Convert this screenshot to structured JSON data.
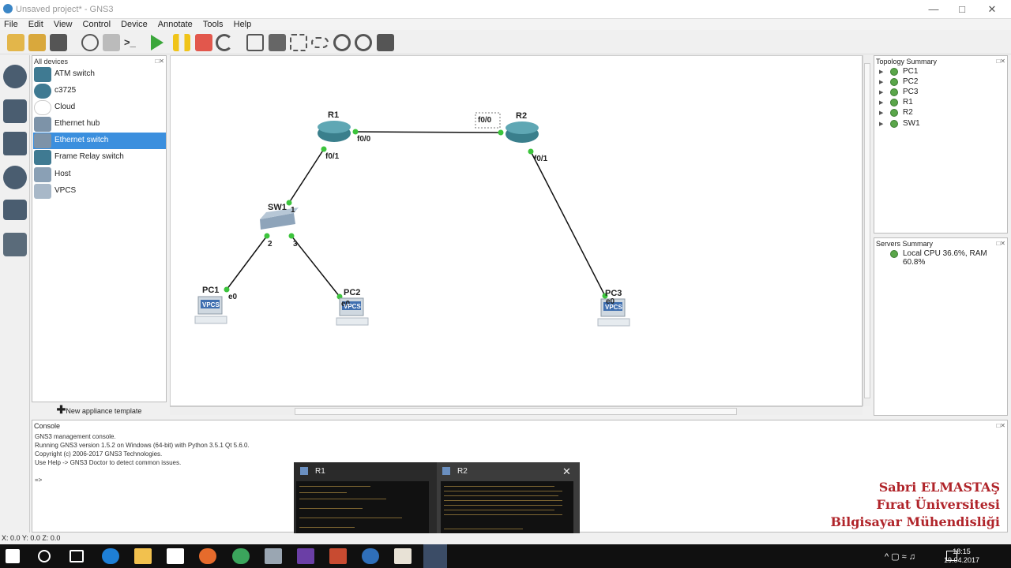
{
  "window": {
    "title": "Unsaved project* - GNS3"
  },
  "menu": [
    "File",
    "Edit",
    "View",
    "Control",
    "Device",
    "Annotate",
    "Tools",
    "Help"
  ],
  "devices_panel": {
    "header": "All devices",
    "items": [
      "ATM switch",
      "c3725",
      "Cloud",
      "Ethernet hub",
      "Ethernet switch",
      "Frame Relay switch",
      "Host",
      "VPCS"
    ],
    "selected": "Ethernet switch",
    "new_appliance": "New appliance template"
  },
  "topology": {
    "nodes": {
      "r1": "R1",
      "r2": "R2",
      "sw1": "SW1",
      "pc1": "PC1",
      "pc2": "PC2",
      "pc3": "PC3"
    },
    "ports": {
      "r1_f00": "f0/0",
      "r1_f01": "f0/1",
      "r2_f00": "f0/0",
      "r2_f01": "f0/1",
      "sw_1": "1",
      "sw_2": "2",
      "sw_3": "3",
      "pc1_e0": "e0",
      "pc2_e0": "e0",
      "pc3_e0": "e0"
    },
    "vpcs_label": "VPCS"
  },
  "topology_summary": {
    "header": "Topology Summary",
    "items": [
      "PC1",
      "PC2",
      "PC3",
      "R1",
      "R2",
      "SW1"
    ]
  },
  "servers_summary": {
    "header": "Servers Summary",
    "local": "Local CPU 36.6%, RAM 60.8%"
  },
  "console": {
    "header": "Console",
    "lines": [
      "GNS3 management console.",
      "Running GNS3 version 1.5.2 on Windows (64-bit) with Python 3.5.1 Qt 5.6.0.",
      "Copyright (c) 2006-2017 GNS3 Technologies.",
      "Use Help -> GNS3 Doctor to detect common issues.",
      "",
      "=>"
    ]
  },
  "preview_windows": [
    "R1",
    "R2"
  ],
  "watermark": [
    "Sabri ELMASTAŞ",
    "Fırat Üniversitesi",
    "Bilgisayar Mühendisliği"
  ],
  "status": "X: 0.0 Y: 0.0 Z: 0.0",
  "clock": {
    "time": "18:15",
    "date": "19.04.2017"
  },
  "colors": {
    "selection": "#3b8fde",
    "link_dot": "#3cc43c",
    "router": "#3a7f8c",
    "watermark": "#b0242a"
  }
}
